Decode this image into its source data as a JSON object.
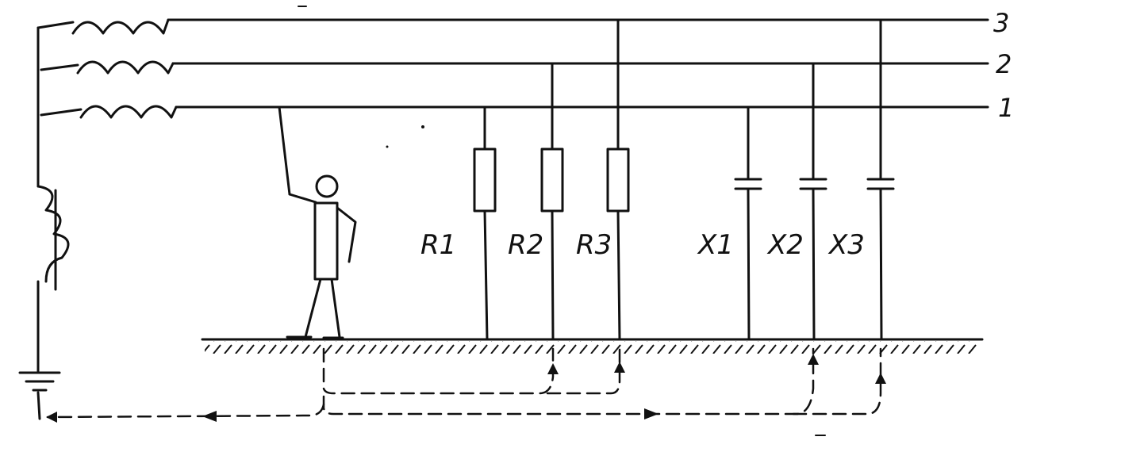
{
  "diagram": {
    "line_labels": {
      "l3": "3",
      "l2": "2",
      "l1": "1"
    },
    "resistor_labels": [
      "R1",
      "R2",
      "R3"
    ],
    "capacitor_labels": [
      "X1",
      "X2",
      "X3"
    ]
  }
}
